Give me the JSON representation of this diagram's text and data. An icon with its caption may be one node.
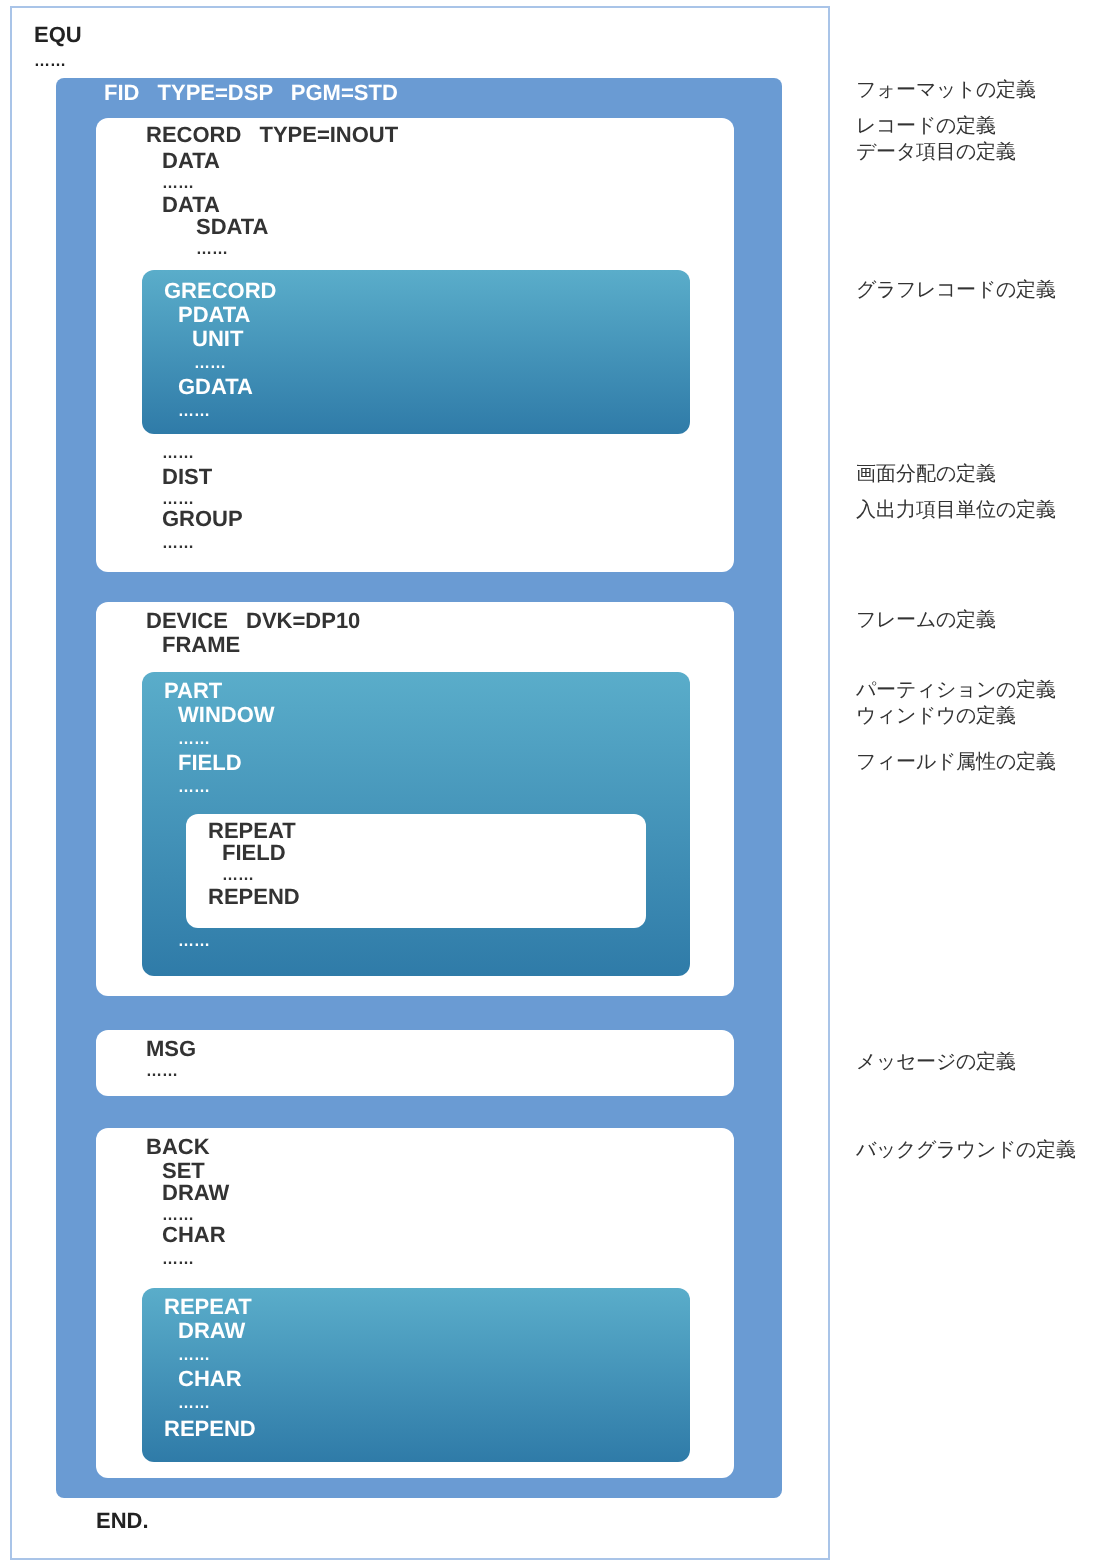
{
  "diagram": {
    "nodes": [
      {
        "text": [
          "EQU",
          "……",
          "END."
        ]
      },
      {
        "text": [
          "FID TYPE=DSP PGM=STD"
        ],
        "in": 0
      },
      {
        "text": [
          "RECORD TYPE=INOUT",
          "DATA",
          "……",
          "DATA",
          "SDATA",
          "……",
          "……",
          "DIST",
          "……",
          "GROUP",
          "……"
        ],
        "in": 1
      },
      {
        "text": [
          "GRECORD",
          "PDATA",
          "UNIT",
          "……",
          "GDATA",
          "……"
        ],
        "in": 2
      },
      {
        "text": [
          "DEVICE DVK=DP10",
          "FRAME"
        ],
        "in": 1
      },
      {
        "text": [
          "PART",
          "WINDOW",
          "……",
          "FIELD",
          "……",
          "……"
        ],
        "in": 4
      },
      {
        "text": [
          "REPEAT",
          "FIELD",
          "……",
          "REPEND"
        ],
        "in": 5
      },
      {
        "text": [
          "MSG",
          "……"
        ],
        "in": 1
      },
      {
        "text": [
          "BACK",
          "SET",
          "DRAW",
          "……",
          "CHAR",
          "……"
        ],
        "in": 1
      },
      {
        "text": [
          "REPEAT",
          "DRAW",
          "……",
          "CHAR",
          "……",
          "REPEND"
        ],
        "in": 8
      }
    ],
    "edges": [],
    "labels": [
      "フォーマットの定義",
      "レコードの定義",
      "データ項目の定義",
      "グラフレコードの定義",
      "画面分配の定義",
      "入出力項目単位の定義",
      "フレームの定義",
      "パーティションの定義",
      "ウィンドウの定義",
      "フィールド属性の定義",
      "メッセージの定義",
      "バックグラウンドの定義"
    ]
  }
}
